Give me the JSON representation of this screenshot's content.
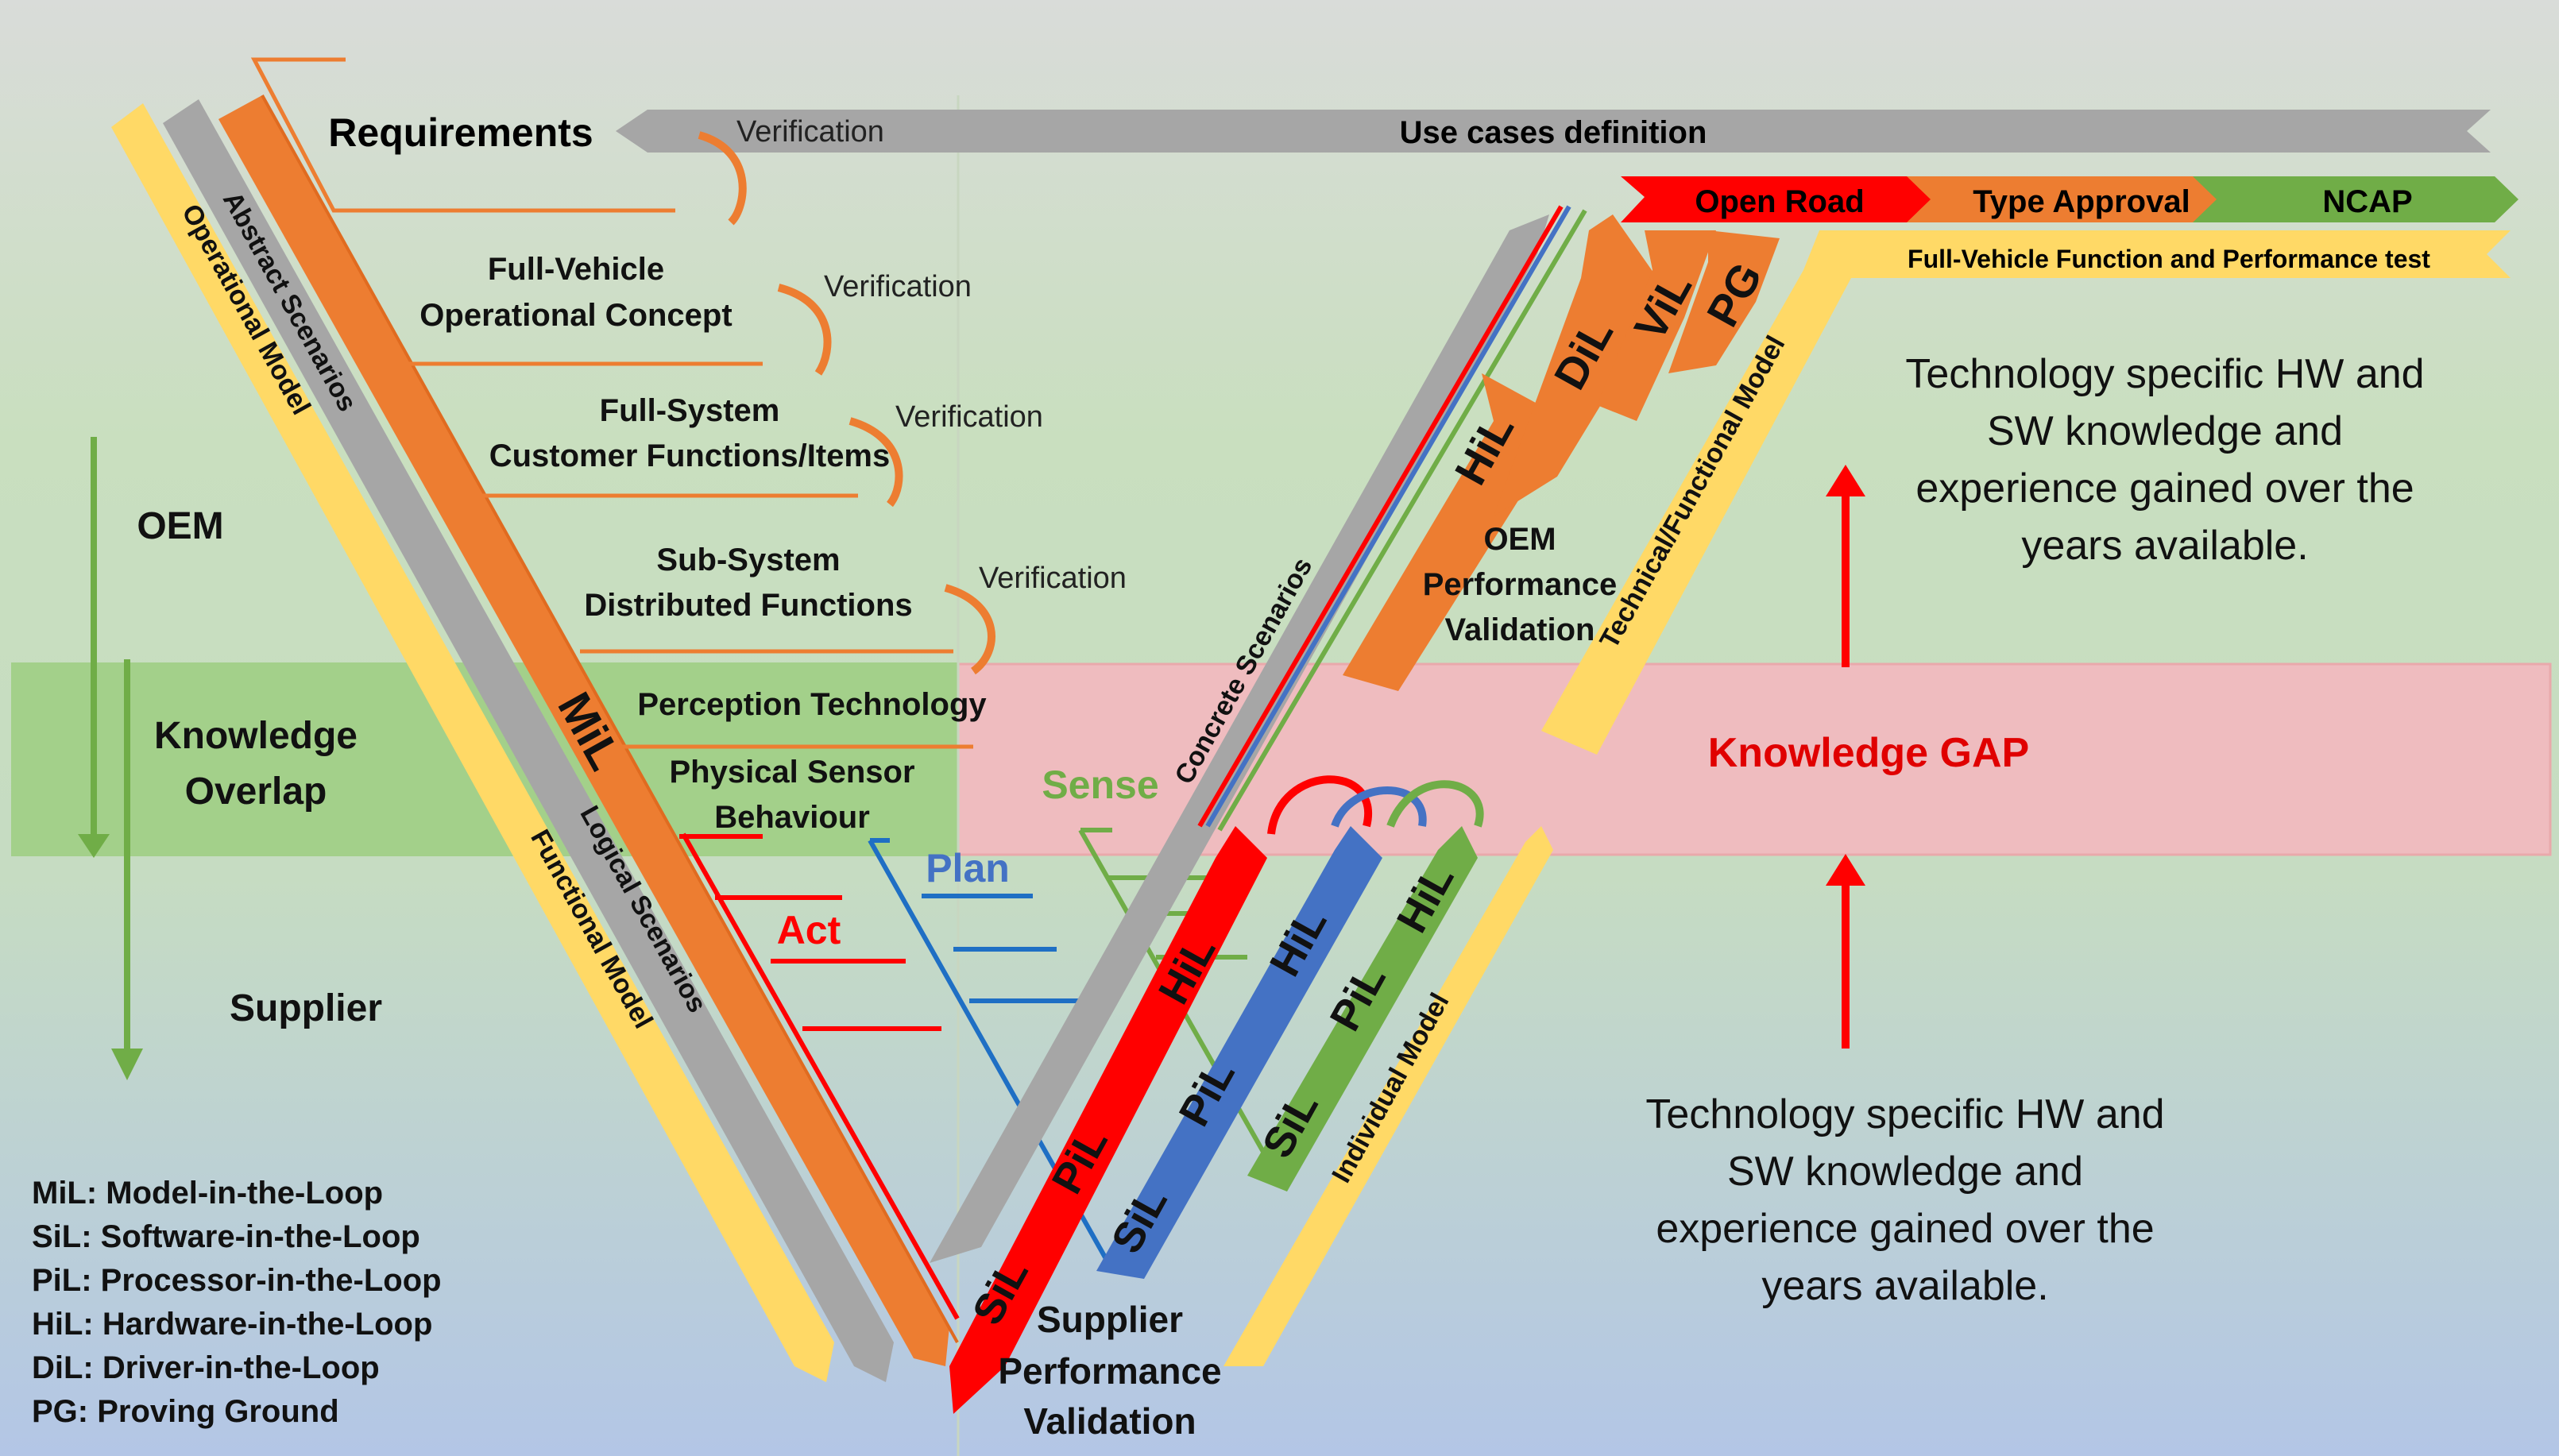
{
  "colors": {
    "bg_top": "#d7dcd6",
    "bg_mid": "#c9dfbf",
    "bg_bottom": "#b5c8e4",
    "overlap_band": "#9ccd84",
    "gap_band": "#eebcbe",
    "grey": "#a6a6a6",
    "orange": "#ed7d31",
    "yellow": "#ffd966",
    "red": "#ff0000",
    "blue": "#4472c4",
    "green": "#70ad47",
    "dark_green": "#548235",
    "text": "#111111"
  },
  "header": {
    "requirements": "Requirements",
    "use_cases": "Use cases definition",
    "verification": "Verification"
  },
  "left_labels": {
    "oem": "OEM",
    "knowledge_overlap_1": "Knowledge",
    "knowledge_overlap_2": "Overlap",
    "supplier": "Supplier"
  },
  "levels": {
    "full_vehicle_1": "Full-Vehicle",
    "full_vehicle_2": "Operational Concept",
    "full_system_1": "Full-System",
    "full_system_2": "Customer Functions/Items",
    "sub_system_1": "Sub-System",
    "sub_system_2": "Distributed Functions",
    "perception": "Perception Technology",
    "physical_1": "Physical Sensor",
    "physical_2": "Behaviour"
  },
  "left_arm": {
    "operational_model": "Operational Model",
    "abstract_scenarios": "Abstract Scenarios",
    "mil": "MiL",
    "logical_scenarios": "Logical Scenarios",
    "functional_model": "Functional Model"
  },
  "spa": {
    "sense": "Sense",
    "plan": "Plan",
    "act": "Act"
  },
  "right_arm": {
    "concrete_scenarios": "Concrete Scenarios",
    "technical_model": "Technical/Functional Model",
    "individual_model": "Individual Model",
    "hil": "HiL",
    "dil": "DiL",
    "vil": "ViL",
    "pg": "PG",
    "sil": "SiL",
    "pil": "PiL",
    "oem_perf_1": "OEM",
    "oem_perf_2": "Performance",
    "oem_perf_3": "Validation",
    "sup_perf_1": "Supplier",
    "sup_perf_2": "Performance",
    "sup_perf_3": "Validation"
  },
  "test_bar": {
    "open_road": "Open Road",
    "type_approval": "Type Approval",
    "ncap": "NCAP",
    "full_vehicle_test": "Full-Vehicle Function and Performance test"
  },
  "knowledge_gap": "Knowledge GAP",
  "knowledge_text": [
    "Technology specific HW and",
    "SW knowledge and",
    "experience gained over the",
    "years available."
  ],
  "legend": [
    "MiL: Model-in-the-Loop",
    "SiL: Software-in-the-Loop",
    "PiL: Processor-in-the-Loop",
    "HiL: Hardware-in-the-Loop",
    "DiL: Driver-in-the-Loop",
    "PG: Proving Ground"
  ]
}
